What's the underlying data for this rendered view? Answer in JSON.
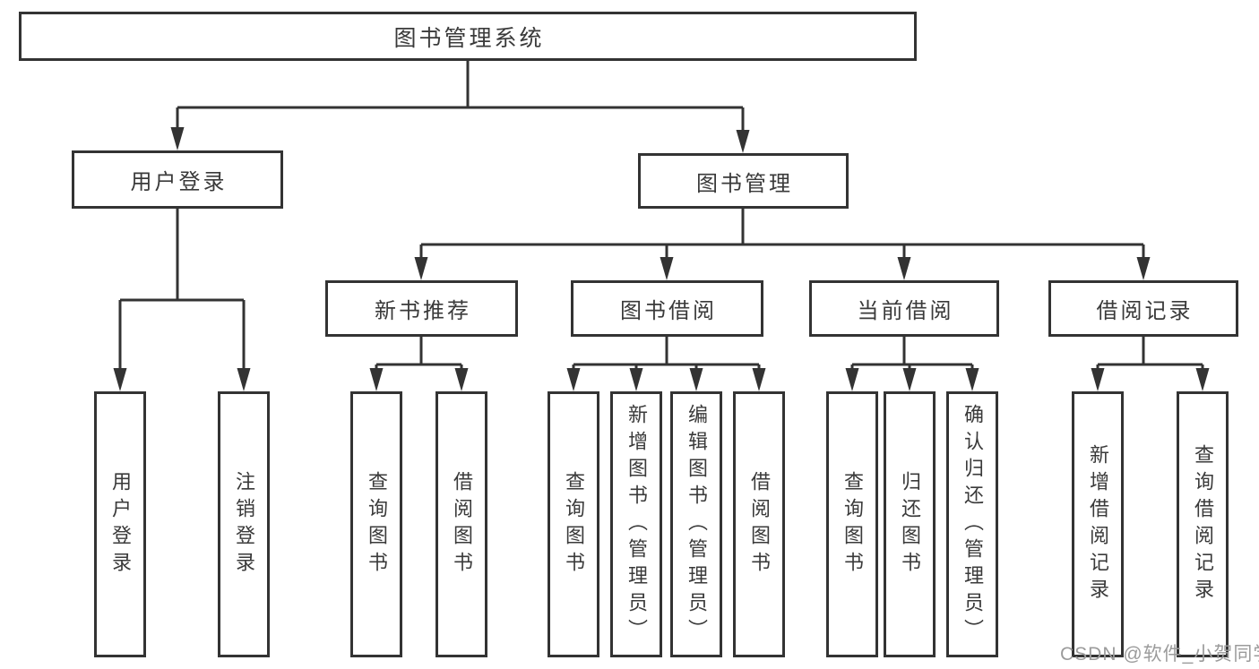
{
  "diagram": {
    "type": "hierarchy-tree",
    "colors": {
      "line": "#333333",
      "box_border": "#333333",
      "text": "#3a3a3a",
      "watermark": "#9b9b9b",
      "background": "#ffffff"
    },
    "tree": {
      "label": "图书管理系统",
      "children": [
        {
          "label": "用户登录",
          "children": [
            {
              "label": "用户登录"
            },
            {
              "label": "注销登录"
            }
          ]
        },
        {
          "label": "图书管理",
          "children": [
            {
              "label": "新书推荐",
              "children": [
                {
                  "label": "查询图书"
                },
                {
                  "label": "借阅图书"
                }
              ]
            },
            {
              "label": "图书借阅",
              "children": [
                {
                  "label": "查询图书"
                },
                {
                  "label": "新增图书（管理员）"
                },
                {
                  "label": "编辑图书（管理员）"
                },
                {
                  "label": "借阅图书"
                }
              ]
            },
            {
              "label": "当前借阅",
              "children": [
                {
                  "label": "查询图书"
                },
                {
                  "label": "归还图书"
                },
                {
                  "label": "确认归还（管理员）"
                }
              ]
            },
            {
              "label": "借阅记录",
              "children": [
                {
                  "label": "新增借阅记录"
                },
                {
                  "label": "查询借阅记录"
                }
              ]
            }
          ]
        }
      ]
    },
    "watermark": "CSDN @软件_小贺同学"
  }
}
